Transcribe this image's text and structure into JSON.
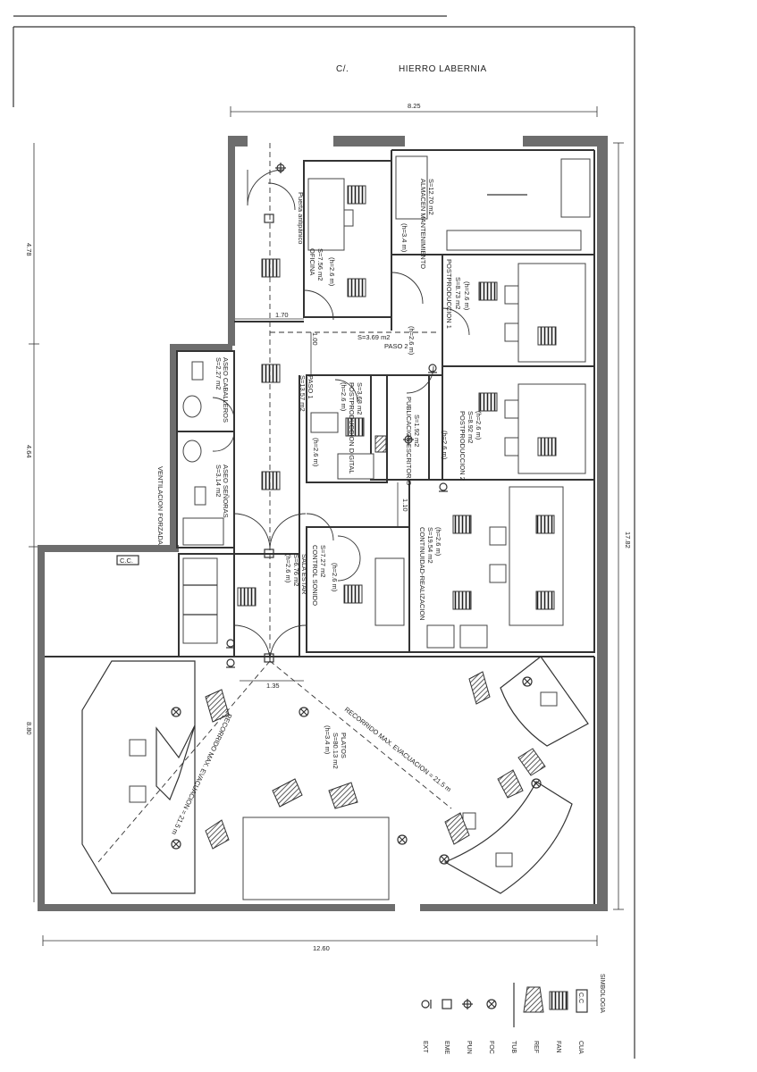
{
  "street": {
    "prefix": "C/.",
    "name": "HIERRO     LABERNIA"
  },
  "dimensions": {
    "top_width": "8.25",
    "bottom_width": "12.60",
    "right_height": "17.82",
    "left_upper": "4.78",
    "left_middle": "4.64",
    "left_lower": "8.80",
    "d_170": "1.70",
    "d_100": "1.00",
    "d_110": "1.10",
    "d_135": "1.35"
  },
  "rooms": {
    "almacen": {
      "name": "ALMACEN MANTENIMIENTO",
      "area": "S=12.70 m2",
      "height": "(h=3.4 m)"
    },
    "oficina": {
      "name": "OFICINA",
      "area": "S=7.56 m2",
      "height": "(h=2.6 m)",
      "extra": "Puerta antipánico"
    },
    "post1": {
      "name": "POSTPRODUCCION 1",
      "area": "S=8.73 m2",
      "height": "(h=2.6 m)"
    },
    "paso2": {
      "name": "PASO 2",
      "area": "S=3.69 m2",
      "height": "(h=2.6 m)"
    },
    "paso1": {
      "name": "PASO 1",
      "area": "S=13.57 m2",
      "height": "(h=2.6 m)"
    },
    "aseo_cab": {
      "name": "ASEO CABALLEROS",
      "area": "S=2.27 m2"
    },
    "aseo_sen": {
      "name": "ASEO SEÑORAS",
      "area": "S=3.14 m2"
    },
    "post_dig": {
      "name": "POSTPRODUCCION DIGITAL",
      "area": "S=3.68 m2",
      "height": "(h=2.6 m)"
    },
    "publicacion": {
      "name": "PUBLICACION ESCRITORIO",
      "area": "S=1.92 m2"
    },
    "post2": {
      "name": "POSTPRODUCCION 2",
      "area": "S=8.92 m2",
      "height": "(h=2.6 m)"
    },
    "control_sonido": {
      "name": "CONTROL SONIDO",
      "area": "S=7.27 m2",
      "height": "(h=2.6 m)"
    },
    "continuidad": {
      "name": "CONTINUIDAD-REALIZACION",
      "area": "S=19.54 m2",
      "height": "(h=2.6 m)"
    },
    "sala_estar": {
      "name": "SALA ESTAR",
      "area": "S=6.76 m2",
      "height": "(h=2.6 m)"
    },
    "platos": {
      "name": "PLATOS",
      "area": "S=80.13 m2",
      "height": "(h=3.4 m)"
    }
  },
  "notes": {
    "ventilacion": "VENTILACION FORZADA",
    "cc_label": "C.C.",
    "recorrido": "RECORRIDO MAX. EVACUACION = 21.5 m",
    "recorrido2": "RECORRIDO MAX. EVACUACION = 21.5 m"
  },
  "legend": {
    "title": "SIMBOLOGIA",
    "items": [
      {
        "symbol": "C.C",
        "label": "CUA"
      },
      {
        "symbol": "grill",
        "label": "FAN"
      },
      {
        "symbol": "hatch",
        "label": "REF"
      },
      {
        "symbol": "line",
        "label": "TUB"
      },
      {
        "symbol": "circle-x",
        "label": "FOC"
      },
      {
        "symbol": "plus-circle",
        "label": "PUN"
      },
      {
        "symbol": "E",
        "label": "EME"
      },
      {
        "symbol": "exit",
        "label": "EXT"
      }
    ]
  },
  "colors": {
    "walls": "#6d6d6d",
    "lines": "#333333"
  }
}
